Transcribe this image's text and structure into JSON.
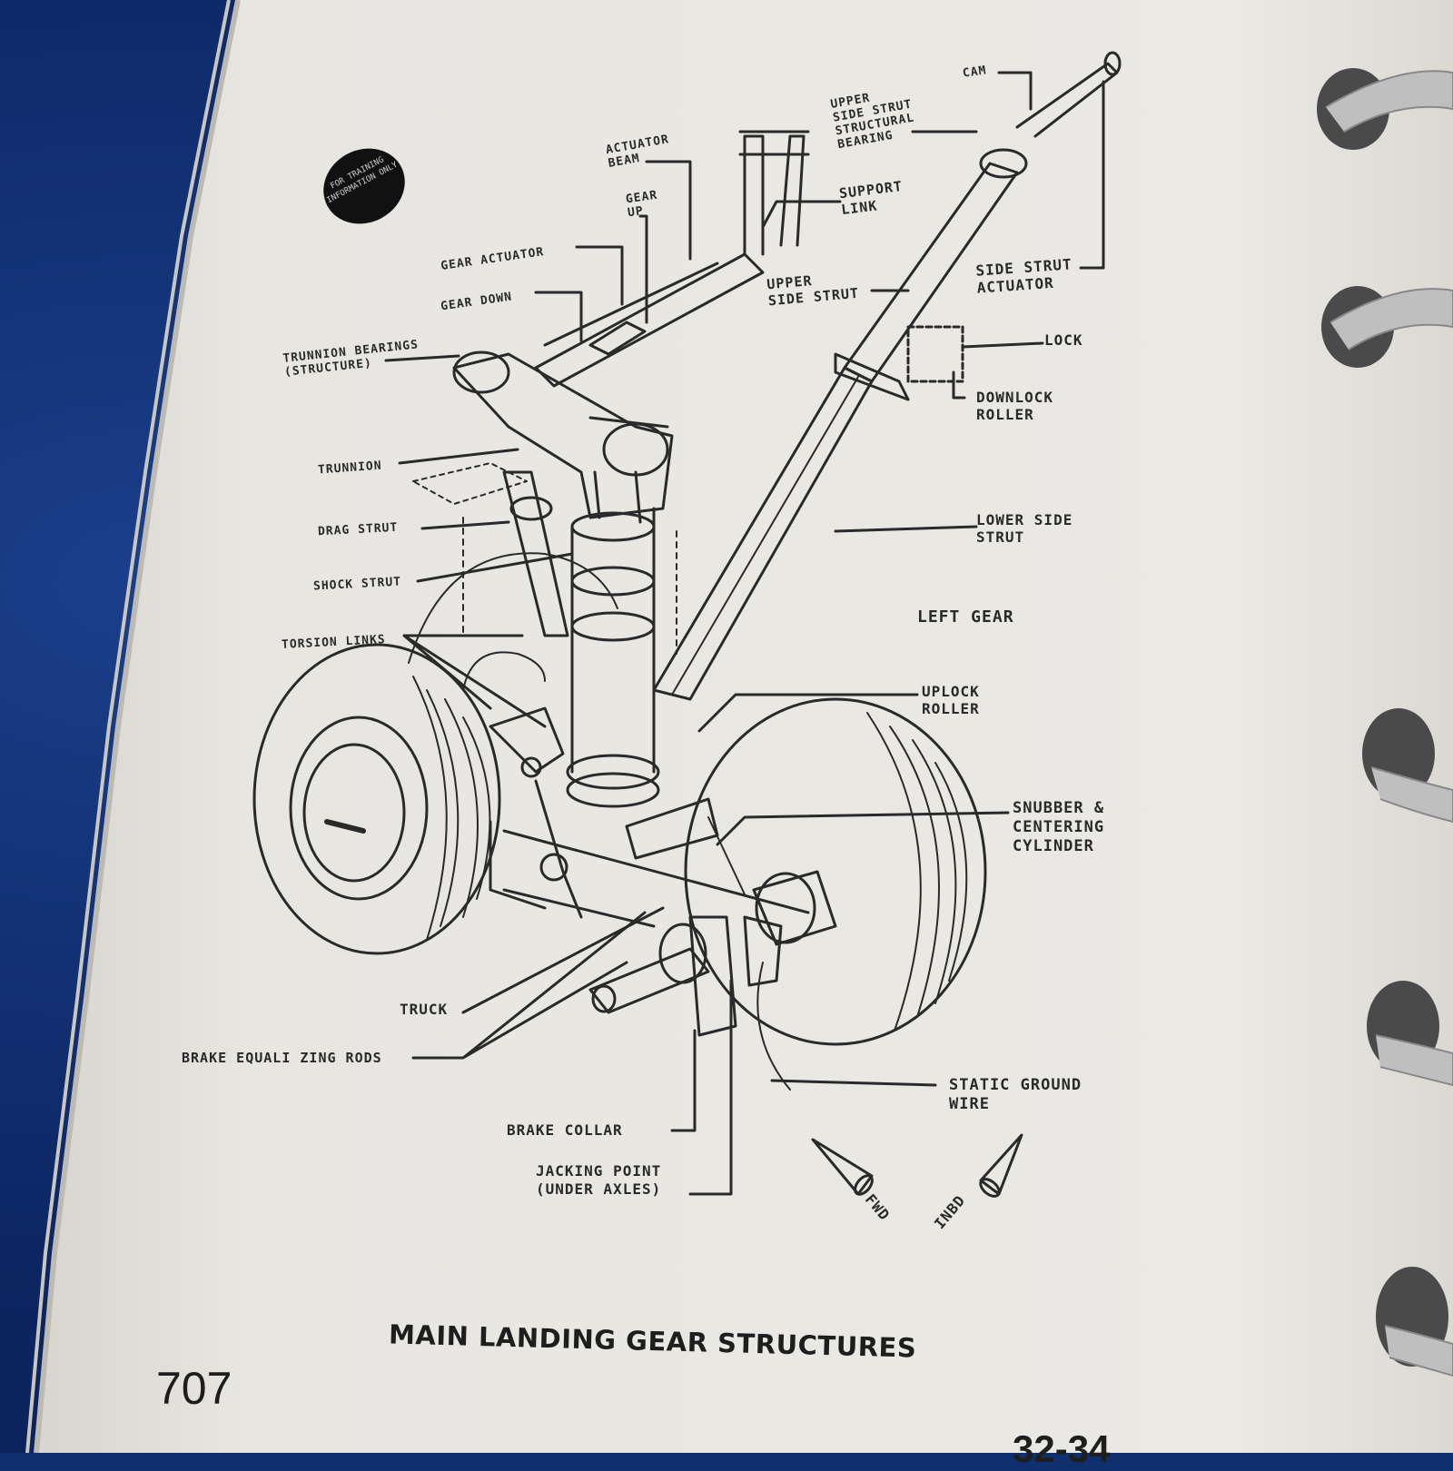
{
  "document": {
    "stamp_text": "FOR TRAINING INFORMATION ONLY",
    "diagram_title": "LEFT GEAR",
    "caption": "MAIN LANDING GEAR STRUCTURES",
    "page_number": "707",
    "section_number_partial": "32-34"
  },
  "labels": {
    "cam": "CAM",
    "upper_side_strut_bearing": "UPPER\nSIDE STRUT\nSTRUCTURAL\nBEARING",
    "actuator_beam": "ACTUATOR\nBEAM",
    "gear_up": "GEAR\nUP",
    "support_link": "SUPPORT\nLINK",
    "gear_actuator": "GEAR ACTUATOR",
    "gear_down": "GEAR DOWN",
    "upper_side_strut": "UPPER\nSIDE STRUT",
    "side_strut_actuator": "SIDE STRUT\nACTUATOR",
    "trunnion_bearings": "TRUNNION BEARINGS\n(STRUCTURE)",
    "lock": "LOCK",
    "downlock_roller": "DOWNLOCK\nROLLER",
    "trunnion": "TRUNNION",
    "drag_strut": "DRAG STRUT",
    "lower_side_strut": "LOWER SIDE\nSTRUT",
    "shock_strut": "SHOCK STRUT",
    "torsion_links": "TORSION LINKS",
    "uplock_roller": "UPLOCK\nROLLER",
    "snubber": "SNUBBER &\nCENTERING\nCYLINDER",
    "truck": "TRUCK",
    "brake_rods": "BRAKE EQUALI ZING RODS",
    "static_ground_wire": "STATIC GROUND\nWIRE",
    "brake_collar": "BRAKE COLLAR",
    "jacking_point": "JACKING POINT\n(UNDER AXLES)",
    "fwd": "FWD",
    "inbd": "INBD"
  },
  "colors": {
    "ink": "#2a2a2a",
    "paper": "#e9e7e2",
    "binder_blue": "#0c2663"
  }
}
